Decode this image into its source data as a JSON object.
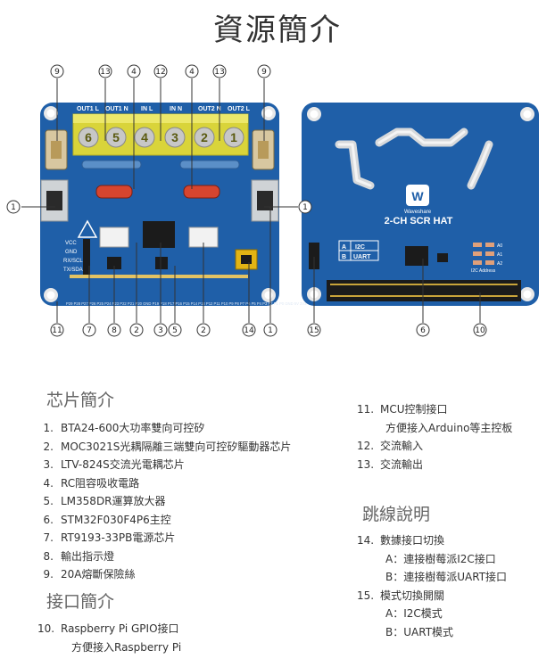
{
  "page": {
    "title": "資源簡介"
  },
  "board_front": {
    "terminal_labels": [
      "OUT1 L",
      "OUT1 N",
      "IN L",
      "IN N",
      "OUT2 N",
      "OUT2 L"
    ],
    "screw_digits": [
      "6",
      "5",
      "4",
      "3",
      "2",
      "1"
    ],
    "pin_labels": [
      "VCC",
      "GND",
      "RX/SCL",
      "TX/SDA"
    ],
    "header_text": "P29 P28 P27 P26 P25 P24 P23 P22 P21 P20 GND P19 P18 P17 P16 P15 P14 P13 P12 P11 P10 P9 P8 P7 P6 P5 P4 P3 P2 P1 P0 GND 5V 3V3",
    "callouts_top": [
      "9",
      "13",
      "4",
      "12",
      "4",
      "13",
      "9"
    ],
    "callouts_side": [
      "1",
      "1"
    ],
    "callouts_bottom": [
      "11",
      "7",
      "8",
      "2",
      "3",
      "5",
      "2",
      "14",
      "1"
    ]
  },
  "board_back": {
    "brand": "Waveshare",
    "product": "2-CH SCR HAT",
    "switch_a": "A",
    "switch_b": "B",
    "sw_i2c": "I2C",
    "sw_uart": "UART",
    "i2c_label": "I2C Address",
    "addr_pins": [
      "A0",
      "A1",
      "A2"
    ],
    "callouts_bottom": [
      "15",
      "6",
      "10"
    ]
  },
  "section_chip": {
    "heading": "芯片簡介",
    "items": [
      {
        "num": "1.",
        "text": "BTA24-600大功率雙向可控矽"
      },
      {
        "num": "2.",
        "text": "MOC3021S光耦隔離三端雙向可控矽驅動器芯片"
      },
      {
        "num": "3.",
        "text": "LTV-824S交流光電耦芯片"
      },
      {
        "num": "4.",
        "text": "RC阻容吸收電路"
      },
      {
        "num": "5.",
        "text": "LM358DR運算放大器"
      },
      {
        "num": "6.",
        "text": "STM32F030F4P6主控"
      },
      {
        "num": "7.",
        "text": "RT9193-33PB電源芯片"
      },
      {
        "num": "8.",
        "text": "輸出指示燈"
      },
      {
        "num": "9.",
        "text": "20A熔斷保險絲"
      }
    ]
  },
  "section_interface": {
    "heading": "接口簡介",
    "item10": {
      "num": "10.",
      "text": "Raspberry Pi GPIO接口",
      "sub": "方便接入Raspberry Pi"
    }
  },
  "section_right": {
    "item11": {
      "num": "11.",
      "text": "MCU控制接口",
      "sub": "方便接入Arduino等主控板"
    },
    "item12": {
      "num": "12.",
      "text": "交流輸入"
    },
    "item13": {
      "num": "13.",
      "text": "交流輸出"
    }
  },
  "section_jumper": {
    "heading": "跳線說明",
    "item14": {
      "num": "14.",
      "text": "數據接口切換",
      "subs": [
        "A：連接樹莓派I2C接口",
        "B：連接樹莓派UART接口"
      ]
    },
    "item15": {
      "num": "15.",
      "text": "模式切換開關",
      "subs": [
        "A：I2C模式",
        "B：UART模式"
      ]
    }
  }
}
